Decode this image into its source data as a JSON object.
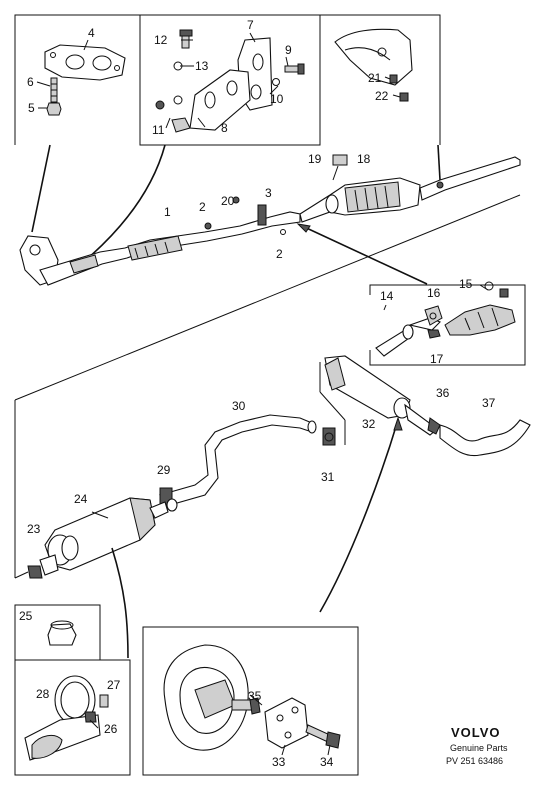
{
  "callouts": {
    "n1": "1",
    "n2": "2",
    "n2b": "2",
    "n3": "3",
    "n4": "4",
    "n5": "5",
    "n6": "6",
    "n7": "7",
    "n8": "8",
    "n9": "9",
    "n10": "10",
    "n11": "11",
    "n12": "12",
    "n13": "13",
    "n14": "14",
    "n15": "15",
    "n16": "16",
    "n17": "17",
    "n18": "18",
    "n19": "19",
    "n20": "20",
    "n21": "21",
    "n22": "22",
    "n23": "23",
    "n24": "24",
    "n25": "25",
    "n26": "26",
    "n27": "27",
    "n28": "28",
    "n29": "29",
    "n30": "30",
    "n31": "31",
    "n32": "32",
    "n33": "33",
    "n34": "34",
    "n35": "35",
    "n36": "36",
    "n37": "37"
  },
  "branding": {
    "brand": "VOLVO",
    "tagline": "Genuine Parts",
    "ref": "PV 251 63486"
  }
}
